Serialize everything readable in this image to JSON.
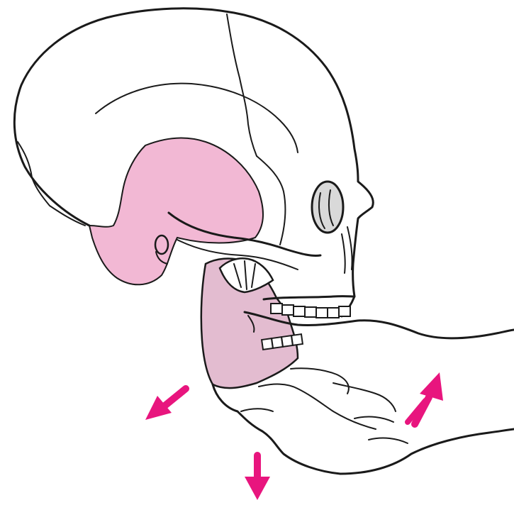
{
  "figure": {
    "labels": [],
    "colors": {
      "background": "#ffffff",
      "ink": "#1a1a1a",
      "temporal_region": "#f2b8d4",
      "mandible_ramus": "#e3bcd0",
      "arrow": "#e8157e",
      "tooth": "#ffffff"
    },
    "arrows": [
      {
        "name": "arrow-down-forward",
        "direction": "down-left"
      },
      {
        "name": "arrow-downward",
        "direction": "down"
      },
      {
        "name": "arrow-upward",
        "direction": "up-right"
      }
    ]
  }
}
